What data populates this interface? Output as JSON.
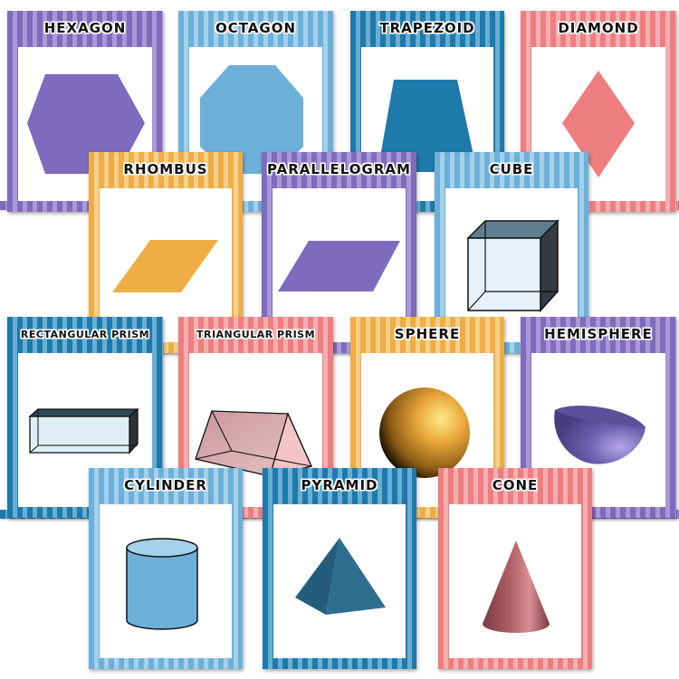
{
  "cards": [
    {
      "id": "hexagon",
      "label": "HEXAGON",
      "theme": "purple",
      "shape_color": "#7f6bbd"
    },
    {
      "id": "octagon",
      "label": "OCTAGON",
      "theme": "light-blue",
      "shape_color": "#6cb0d9"
    },
    {
      "id": "trapezoid",
      "label": "TRAPEZOID",
      "theme": "dark-blue",
      "shape_color": "#1e7aab"
    },
    {
      "id": "diamond",
      "label": "DIAMOND",
      "theme": "pink",
      "shape_color": "#ee7d80"
    },
    {
      "id": "rhombus",
      "label": "RHOMBUS",
      "theme": "orange",
      "shape_color": "#eeae44"
    },
    {
      "id": "parallelogram",
      "label": "PARALLELOGRAM",
      "theme": "purple",
      "shape_color": "#7f6bbd"
    },
    {
      "id": "cube",
      "label": "CUBE",
      "theme": "light-blue",
      "shape_color": "#e6f0f8"
    },
    {
      "id": "rectangular-prism",
      "label": "RECTANGULAR PRISM",
      "theme": "dark-blue",
      "shape_color": "#ddeef6"
    },
    {
      "id": "triangular-prism",
      "label": "TRIANGULAR PRISM",
      "theme": "pink",
      "shape_color": "#d9a8ac"
    },
    {
      "id": "sphere",
      "label": "SPHERE",
      "theme": "orange",
      "shape_color": "#e8a63a"
    },
    {
      "id": "hemisphere",
      "label": "HEMISPHERE",
      "theme": "purple",
      "shape_color": "#6e5fae"
    },
    {
      "id": "cylinder",
      "label": "CYLINDER",
      "theme": "light-blue",
      "shape_color": "#6cb0d9"
    },
    {
      "id": "pyramid",
      "label": "PYRAMID",
      "theme": "dark-blue",
      "shape_color": "#2a6d8f"
    },
    {
      "id": "cone",
      "label": "CONE",
      "theme": "pink",
      "shape_color": "#b4646a"
    }
  ],
  "colors": {
    "purple": "#7f6bbd",
    "light_blue": "#6cb0d9",
    "dark_blue": "#1e7aab",
    "pink": "#ee7d80",
    "orange": "#eeae44"
  }
}
